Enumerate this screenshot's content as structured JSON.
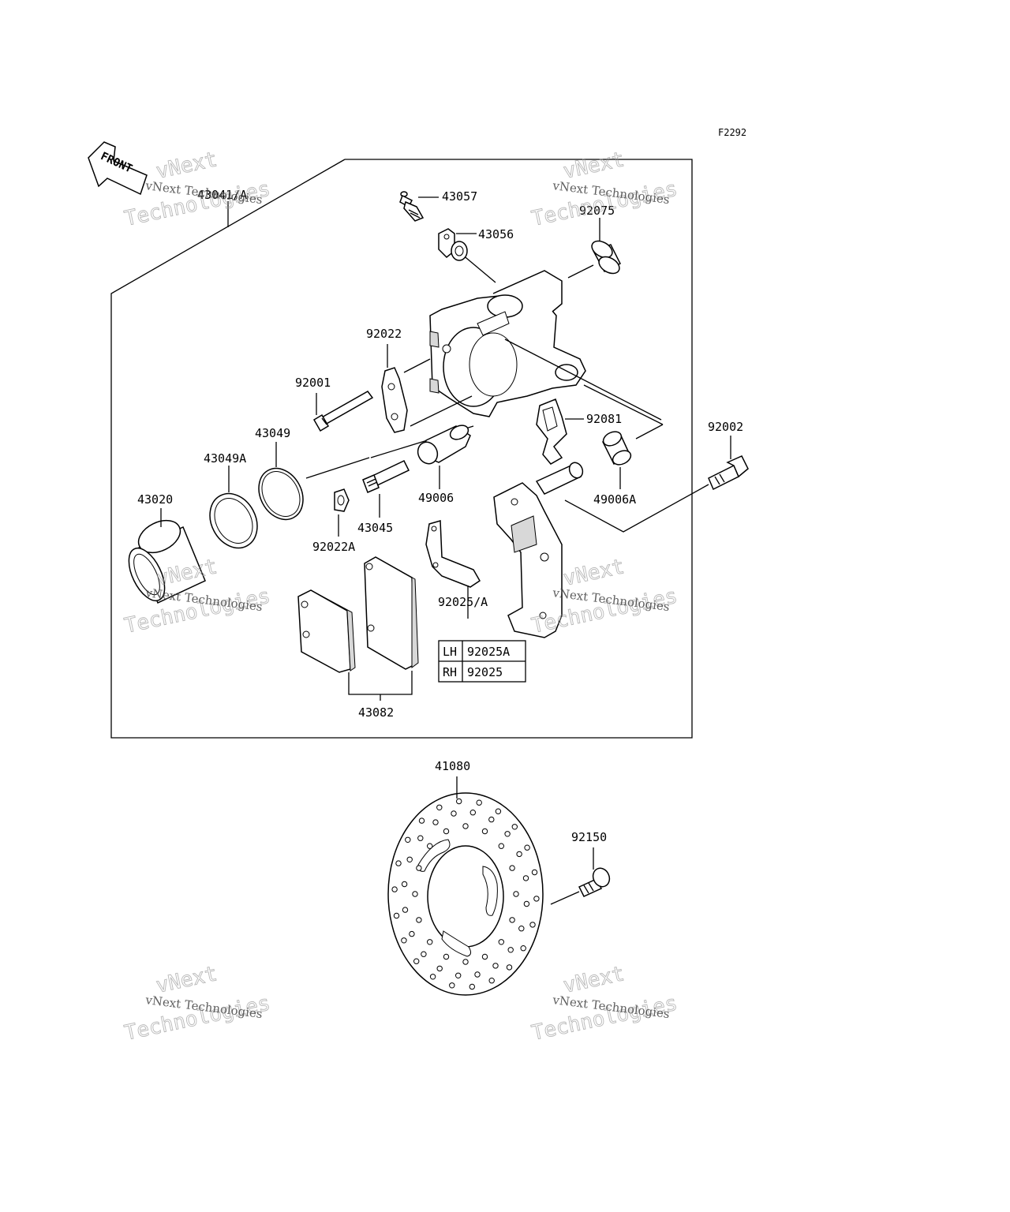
{
  "diagram_code": "F2292",
  "front_label": "FRONT",
  "parts": {
    "caliper_assy": "43041/A",
    "bleed_valve": "43057",
    "bleed_cap": "43056",
    "boot_top": "92075",
    "pad_spring": "92022",
    "pin_bolt": "92001",
    "piston_seal": "43049",
    "dust_seal": "43049A",
    "piston": "43020",
    "pad_pin": "43045",
    "clip": "92022A",
    "slide_boot": "49006",
    "anti_rattle_spring": "92081",
    "slide_boot_a": "49006A",
    "mount_bolt": "92002",
    "spring_plate": "92025/A",
    "pads": "43082",
    "disc": "41080",
    "disc_bolt": "92150"
  },
  "side_table": [
    {
      "side": "LH",
      "part": "92025A"
    },
    {
      "side": "RH",
      "part": "92025"
    }
  ],
  "watermark": {
    "line_small": "vNext Technologies",
    "line_big_top": "vNext",
    "line_big_bottom": "Technologies"
  }
}
